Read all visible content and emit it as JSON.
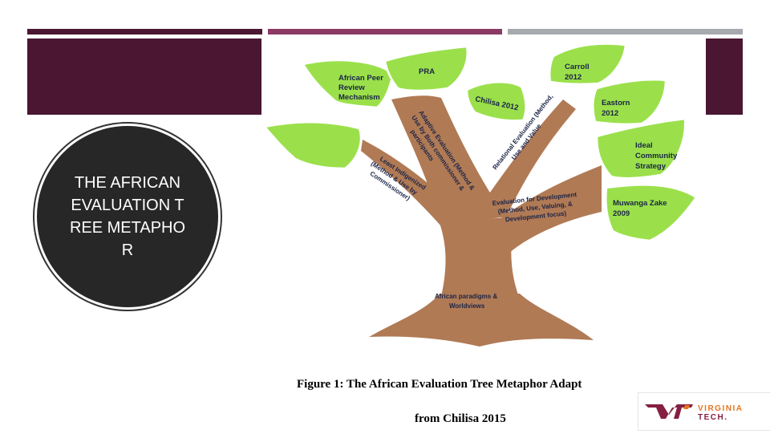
{
  "slide": {
    "title": "THE AFRICAN EVALUATION TREE METAPHOR",
    "caption_line1": "Figure 1: The African Evaluation Tree Metaphor Adapt",
    "caption_line2": "from Chilisa 2015"
  },
  "tree": {
    "leaves": {
      "african_peer": [
        "African Peer",
        "Review",
        "Mechanism"
      ],
      "pra": "PRA",
      "chilisa": "Chilisa 2012",
      "carroll": [
        "Carroll",
        "2012"
      ],
      "eastorn": [
        "Eastorn",
        "2012"
      ],
      "ideal": [
        "Ideal",
        "Community",
        "Strategy"
      ],
      "muwanga": [
        "Muwanga Zake",
        "2009"
      ]
    },
    "branches": {
      "adaptive": [
        "Adaptive Evaluation (Method &",
        "Use by Both commissioner &",
        "participants"
      ],
      "relational": [
        "Relational Evaluation (Method,",
        "Use and Value"
      ],
      "least_indigenized": [
        "Least Indigenized",
        "(Method & Use by",
        "Commissioner)"
      ],
      "development": [
        "Evaluation for Development",
        "(Method, Use, Valuing, &",
        "Development focus)"
      ]
    },
    "roots": [
      "African paradigms &",
      "Worldviews"
    ]
  },
  "logo": {
    "line1": "VIRGINIA",
    "line2": "TECH.",
    "mark": "VT",
    "color_orange": "#e5751f",
    "color_maroon": "#861f41"
  },
  "colors": {
    "maroon": "#4a1631",
    "accent": "#8a3a63",
    "grey": "#a6a9ad",
    "leaf": "#9be04b",
    "trunk": "#b07a55",
    "circle": "#272727"
  }
}
